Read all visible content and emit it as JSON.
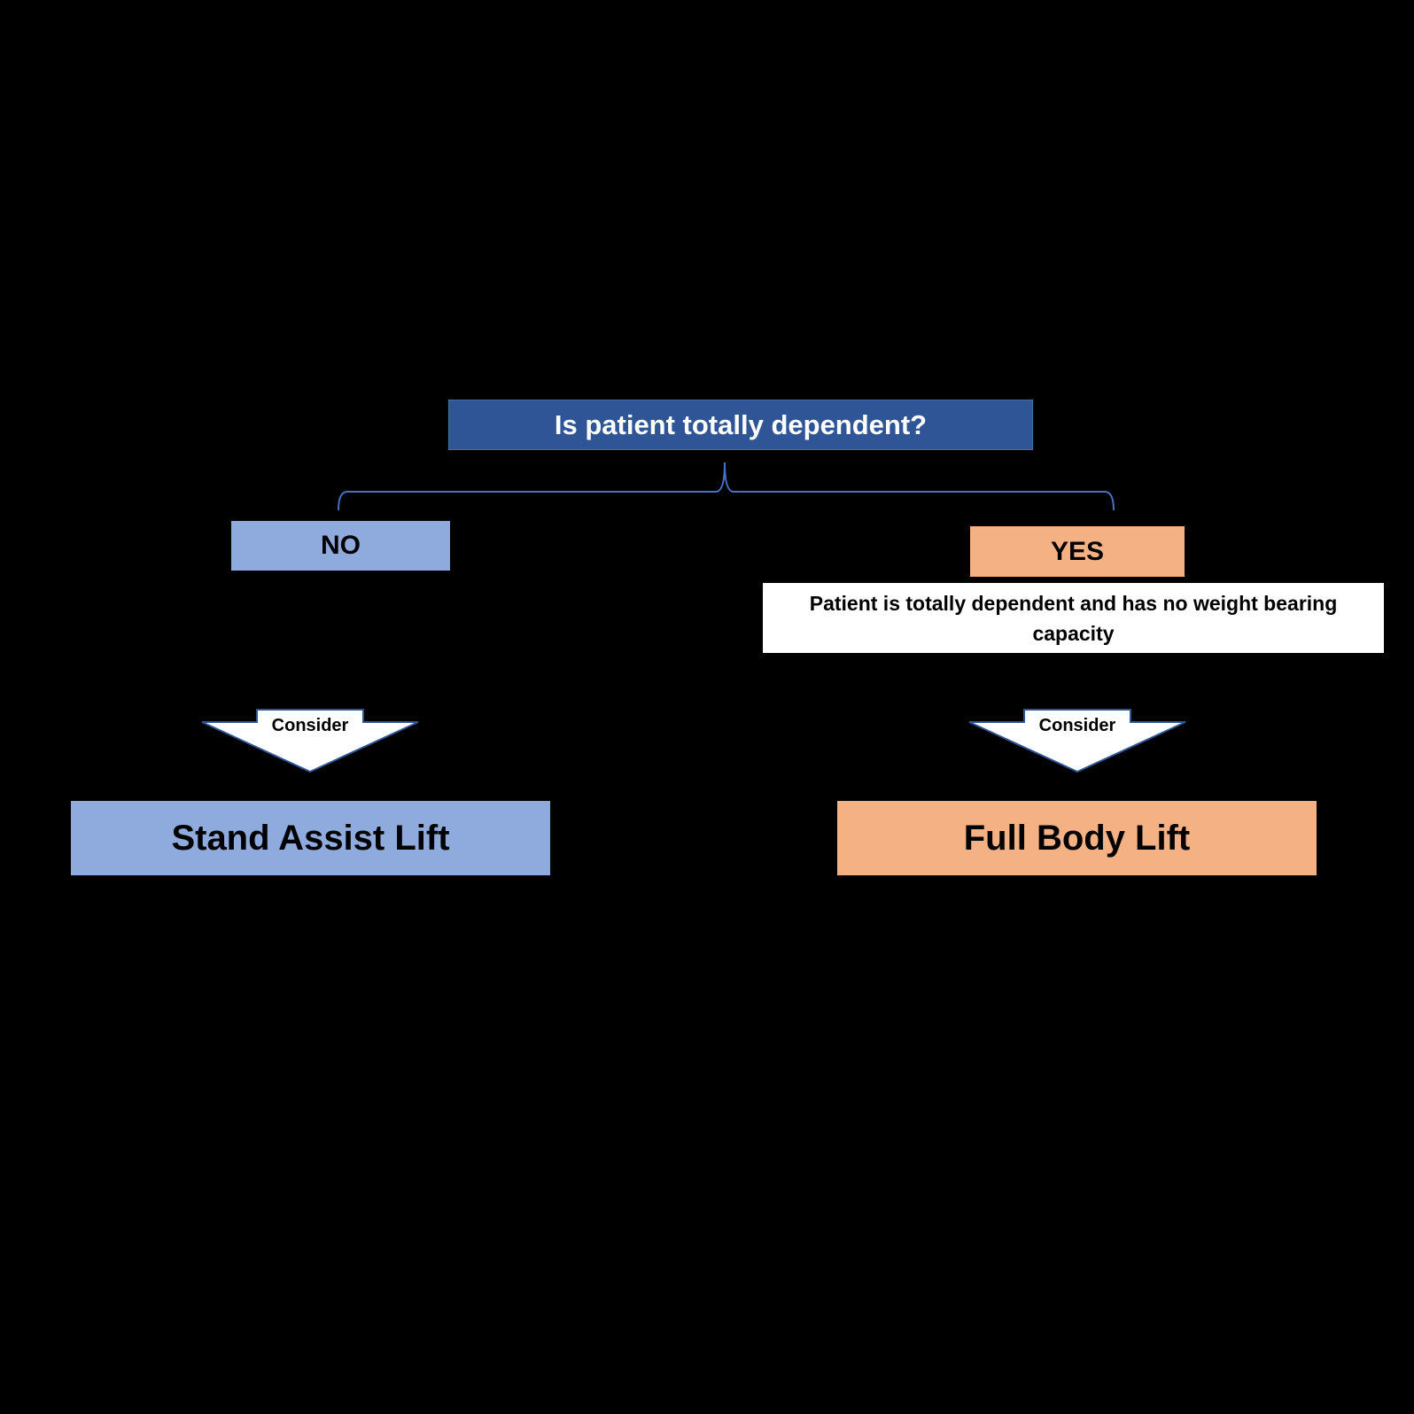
{
  "diagram": {
    "question": "Is patient totally dependent?",
    "no_label": "NO",
    "yes_label": "YES",
    "yes_description": "Patient is totally dependent and has no weight bearing capacity",
    "left_arrow_label": "Consider",
    "right_arrow_label": "Consider",
    "left_result": "Stand Assist Lift",
    "right_result": "Full Body Lift"
  },
  "colors": {
    "background": "#000000",
    "question_fill": "#2f5597",
    "no_fill": "#8faadc",
    "yes_fill": "#f4b183",
    "brace_stroke": "#4472c4"
  }
}
